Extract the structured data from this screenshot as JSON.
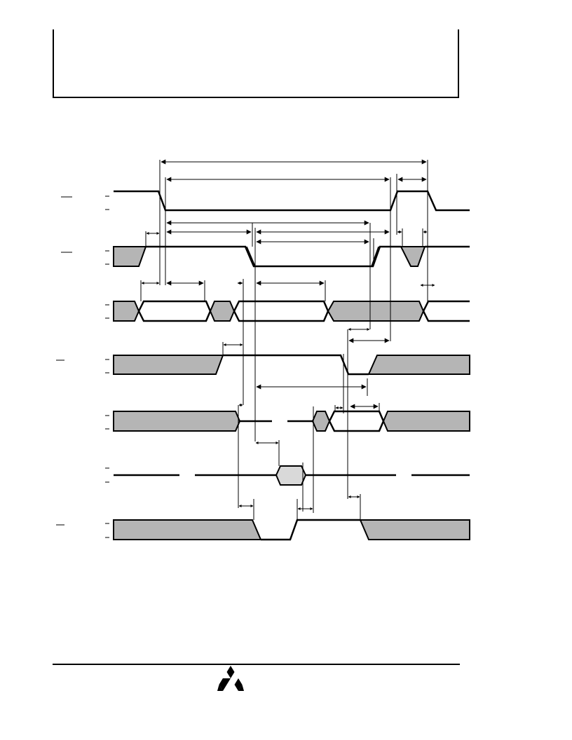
{
  "diagram": {
    "kind": "timing-diagram",
    "signal_count": 7,
    "colors": {
      "line": "#000000",
      "fill_undefined": "#b5b5b5",
      "fill_valid_data": "#d9d9d9",
      "background": "#ffffff"
    }
  },
  "footer": {
    "logo": "mitsubishi-three-diamond-logo"
  }
}
